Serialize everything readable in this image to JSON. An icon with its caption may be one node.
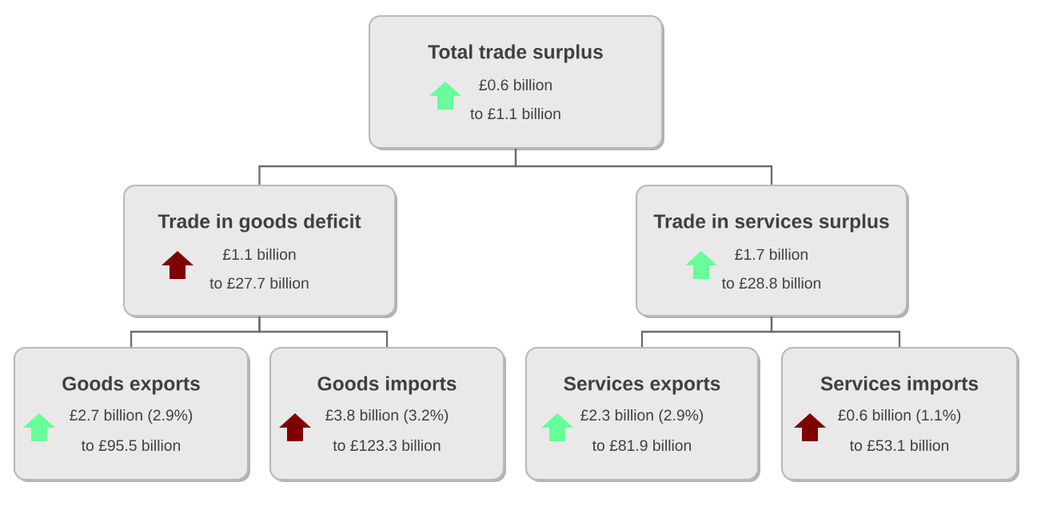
{
  "diagram": {
    "nodes": [
      {
        "text": [
          "Total trade surplus",
          "£0.6 billion",
          "to £1.1 billion"
        ]
      },
      {
        "text": [
          "Trade in goods deficit",
          "£1.1 billion",
          "to £27.7 billion"
        ]
      },
      {
        "text": [
          "Trade in services surplus",
          "£1.7 billion",
          "to £28.8 billion"
        ]
      },
      {
        "text": [
          "Goods exports",
          "£2.7 billion (2.9%)",
          "to £95.5 billion"
        ]
      },
      {
        "text": [
          "Goods imports",
          "£3.8 billion (3.2%)",
          "to £123.3 billion"
        ]
      },
      {
        "text": [
          "Services exports",
          "£2.3 billion (2.9%)",
          "to £81.9 billion"
        ]
      },
      {
        "text": [
          "Services imports",
          "£0.6 billion (1.1%)",
          "to £53.1 billion"
        ]
      }
    ],
    "edges": [
      {
        "from": 0,
        "to": 1,
        "arrow": "none"
      },
      {
        "from": 0,
        "to": 2,
        "arrow": "none"
      },
      {
        "from": 1,
        "to": 3,
        "arrow": "none"
      },
      {
        "from": 1,
        "to": 4,
        "arrow": "none"
      },
      {
        "from": 2,
        "to": 5,
        "arrow": "none"
      },
      {
        "from": 2,
        "to": 6,
        "arrow": "none"
      }
    ]
  }
}
